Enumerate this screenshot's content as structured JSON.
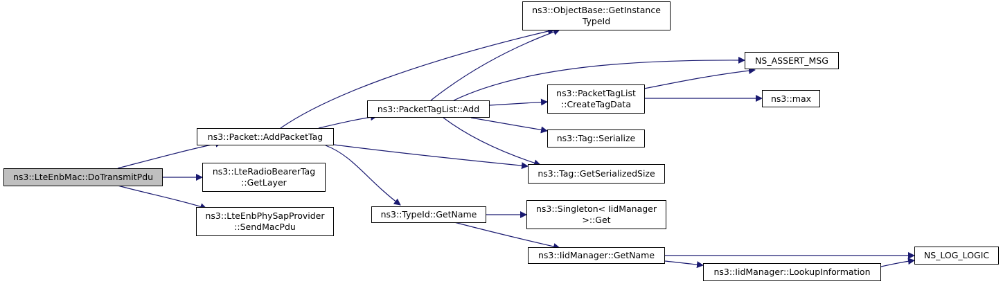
{
  "colors": {
    "edge": "#191970",
    "node_border": "#000000",
    "root_fill": "#bfbfbf",
    "node_fill": "#ffffff"
  },
  "nodes": {
    "root": {
      "line1": "ns3::LteEnbMac::DoTransmitPdu"
    },
    "add_packet_tag": {
      "line1": "ns3::Packet::AddPacketTag"
    },
    "get_layer": {
      "line1": "ns3::LteRadioBearerTag",
      "line2": "::GetLayer"
    },
    "send_mac_pdu": {
      "line1": "ns3::LteEnbPhySapProvider",
      "line2": "::SendMacPdu"
    },
    "object_base": {
      "line1": "ns3::ObjectBase::GetInstance",
      "line2": "TypeId"
    },
    "tag_list_add": {
      "line1": "ns3::PacketTagList::Add"
    },
    "typeid_get_name": {
      "line1": "ns3::TypeId::GetName"
    },
    "ns_assert_msg": {
      "line1": "NS_ASSERT_MSG"
    },
    "create_tag_data": {
      "line1": "ns3::PacketTagList",
      "line2": "::CreateTagData"
    },
    "max": {
      "line1": "ns3::max"
    },
    "tag_serialize": {
      "line1": "ns3::Tag::Serialize"
    },
    "tag_serialized_size": {
      "line1": "ns3::Tag::GetSerializedSize"
    },
    "singleton_get": {
      "line1": "ns3::Singleton< IidManager",
      "line2": ">::Get"
    },
    "iid_get_name": {
      "line1": "ns3::IidManager::GetName"
    },
    "lookup_information": {
      "line1": "ns3::IidManager::LookupInformation"
    },
    "ns_log_logic": {
      "line1": "NS_LOG_LOGIC"
    }
  }
}
